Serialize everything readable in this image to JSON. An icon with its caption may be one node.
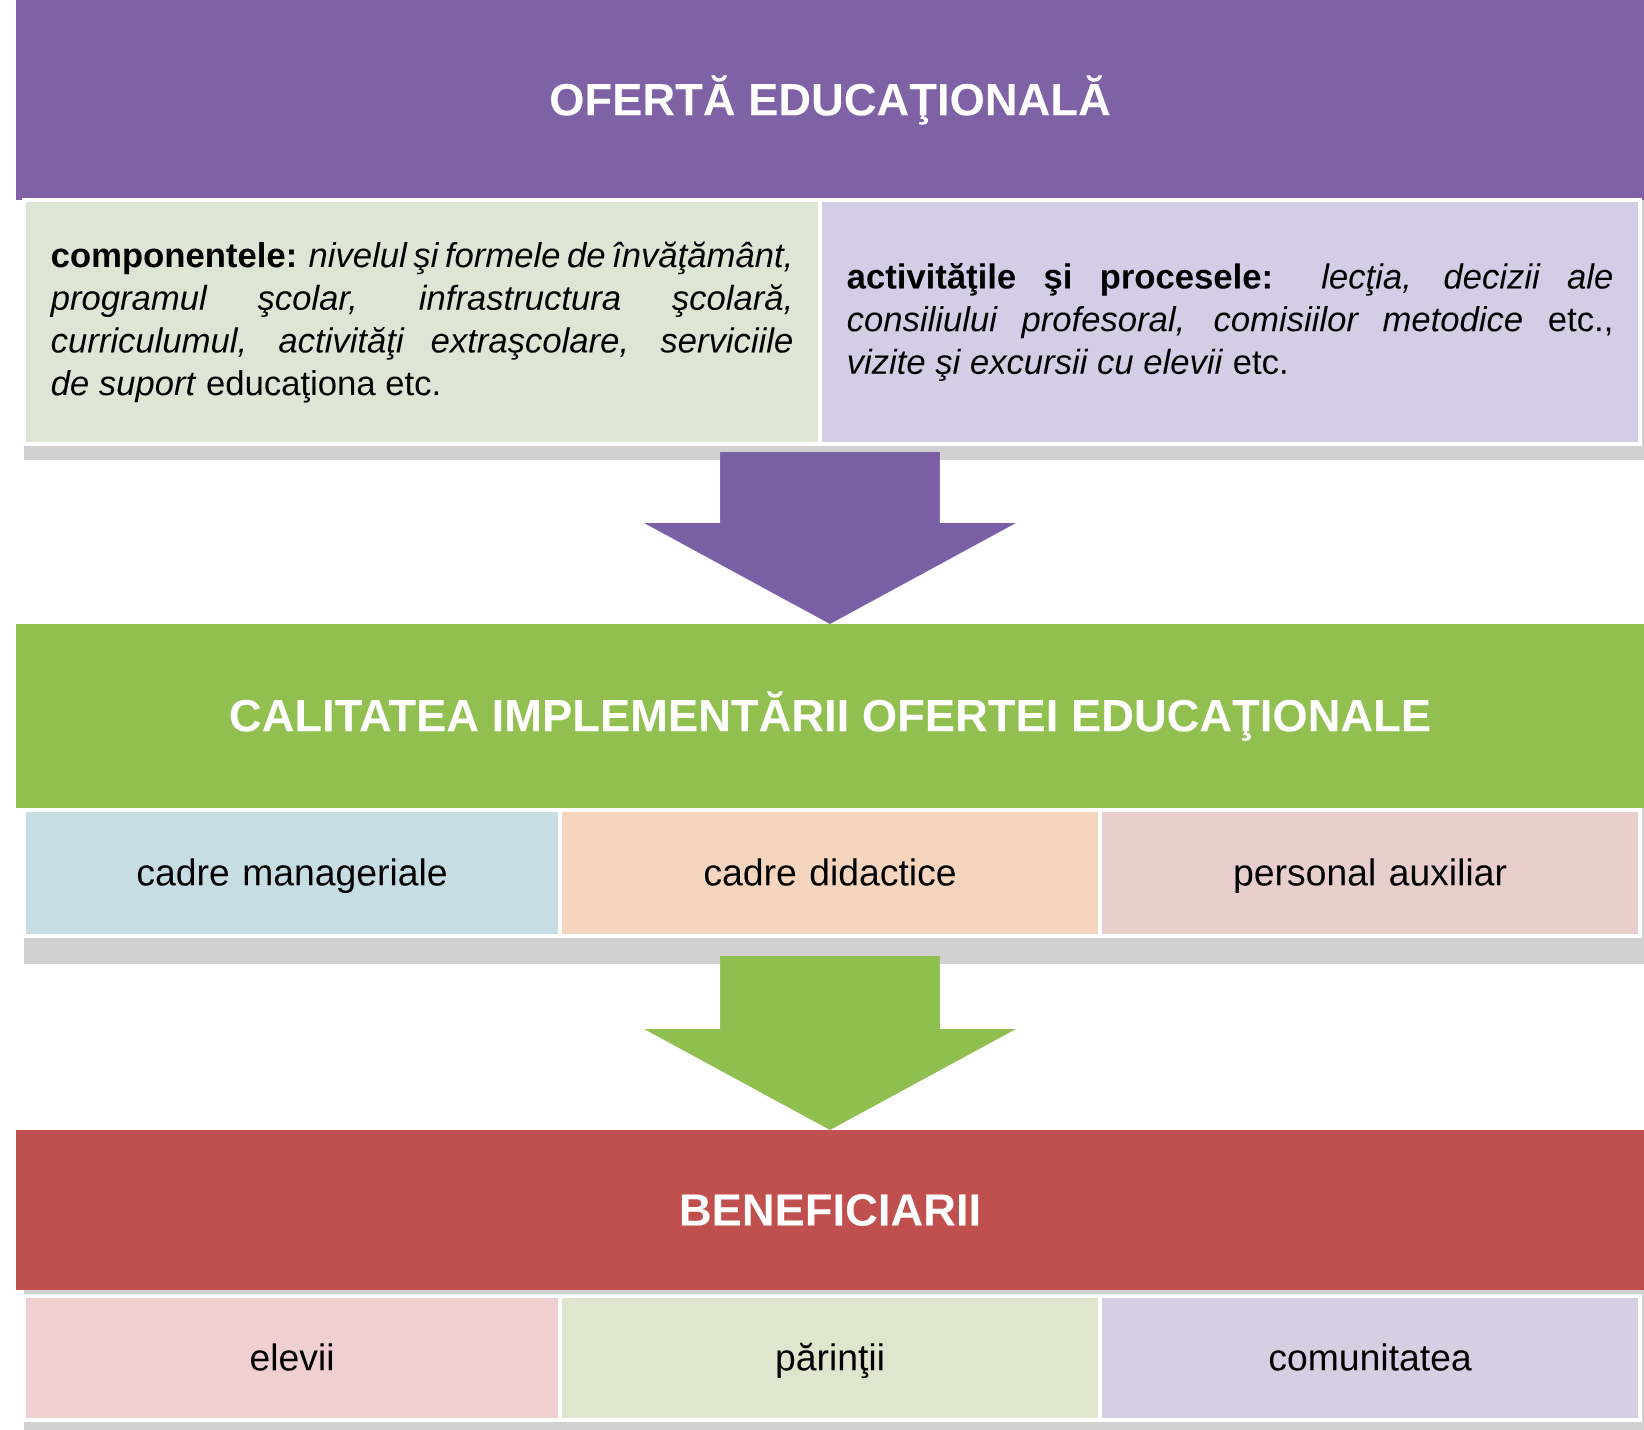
{
  "diagram": {
    "nodes": [
      {
        "text": [
          "OFERTĂ EDUCAŢIONALĂ"
        ]
      },
      {
        "text": [
          "**componentele:** *nivelul şi formele de învăţământ, programul şcolar, infrastructura şcolară, curriculumul, activităţi extraşcolare, serviciile de suport* educaţiona etc."
        ],
        "in": 0
      },
      {
        "text": [
          "**activităţile şi procesele:** *lecţia, decizii ale consiliului profesoral, comisiilor metodice* etc., *vizite şi excursii cu elevii* etc."
        ],
        "in": 0
      },
      {
        "text": [
          "CALITATEA IMPLEMENTĂRII OFERTEI EDUCAŢIONALE"
        ]
      },
      {
        "text": [
          "cadre manageriale"
        ],
        "in": 3
      },
      {
        "text": [
          "cadre didactice"
        ],
        "in": 3
      },
      {
        "text": [
          "personal auxiliar"
        ],
        "in": 3
      },
      {
        "text": [
          "BENEFICIARII"
        ]
      },
      {
        "text": [
          "elevii"
        ],
        "in": 7
      },
      {
        "text": [
          "părinţii"
        ],
        "in": 7
      },
      {
        "text": [
          "comunitatea"
        ],
        "in": 7
      }
    ],
    "edges": [
      {
        "from": 0,
        "to": 3,
        "arrow": "to",
        "color": "#7b5fa5"
      },
      {
        "from": 3,
        "to": 7,
        "arrow": "to",
        "color": "#8fbf4f"
      }
    ]
  }
}
